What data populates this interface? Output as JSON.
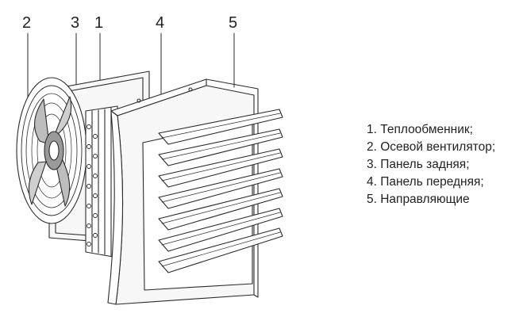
{
  "callouts": {
    "c2": "2",
    "c3": "3",
    "c1": "1",
    "c4": "4",
    "c5": "5"
  },
  "legend": [
    "1. Теплообменник;",
    "2. Осевой вентилятор;",
    "3. Панель задняя;",
    "4. Панель передняя;",
    "5. Направляющие"
  ],
  "louver_count": 7,
  "colors": {
    "line": "#2b2b2b",
    "panel_fill": "#f7f7f7",
    "fan_dark": "#9a9a9a"
  }
}
